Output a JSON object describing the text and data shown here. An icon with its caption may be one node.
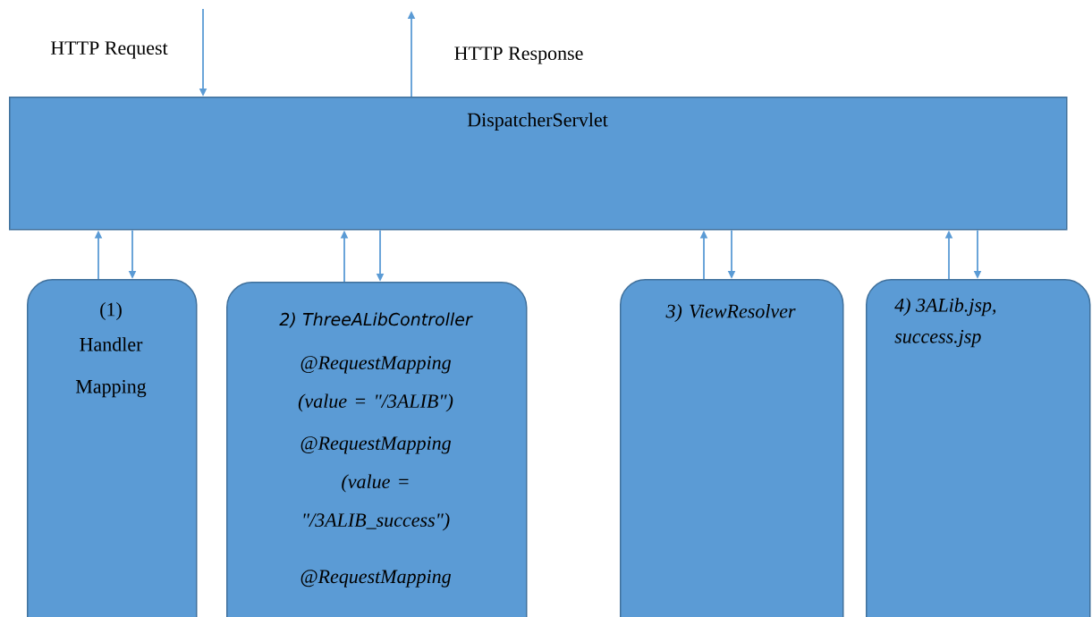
{
  "diagram": {
    "nodes": [
      {
        "text": [
          "DispatcherServlet"
        ]
      },
      {
        "text": [
          "(1)",
          "Handler Mapping"
        ]
      },
      {
        "text": [
          "2) ThreeALibController",
          "@RequestMapping (value = \"/3ALIB\")",
          "@RequestMapping (value = \"/3ALIB_success\")",
          "@RequestMapping"
        ]
      },
      {
        "text": [
          "3) ViewResolver"
        ]
      },
      {
        "text": [
          "4) 3ALib.jsp, success.jsp"
        ]
      }
    ],
    "edges": [
      {
        "from": null,
        "to": 0,
        "arrow": "to",
        "label": "HTTP Request"
      },
      {
        "from": 0,
        "to": null,
        "arrow": "to",
        "label": "HTTP Response"
      },
      {
        "from": 1,
        "to": 0,
        "arrow": "to"
      },
      {
        "from": 0,
        "to": 1,
        "arrow": "to"
      },
      {
        "from": 2,
        "to": 0,
        "arrow": "to"
      },
      {
        "from": 0,
        "to": 2,
        "arrow": "to"
      },
      {
        "from": 3,
        "to": 0,
        "arrow": "to"
      },
      {
        "from": 0,
        "to": 3,
        "arrow": "to"
      },
      {
        "from": 4,
        "to": 0,
        "arrow": "to"
      },
      {
        "from": 0,
        "to": 4,
        "arrow": "to"
      }
    ]
  }
}
